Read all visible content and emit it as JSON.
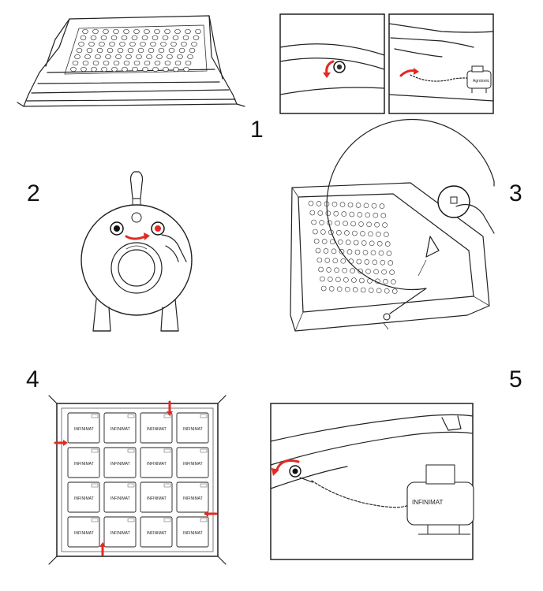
{
  "steps": [
    {
      "number": "1"
    },
    {
      "number": "2"
    },
    {
      "number": "3"
    },
    {
      "number": "4"
    },
    {
      "number": "5"
    }
  ],
  "brand": {
    "pump_label_step1": "Agrotonic",
    "mat_label": "INFINIMAT",
    "pump_label_step5": "INFINIMAT"
  },
  "colors": {
    "arrow": "#e12a22",
    "line": "#222222",
    "background": "#ffffff"
  },
  "icons": [
    "valve-icon",
    "air-pump-icon",
    "rotate-arrow-icon",
    "hand-icon",
    "magnifier-icon"
  ]
}
